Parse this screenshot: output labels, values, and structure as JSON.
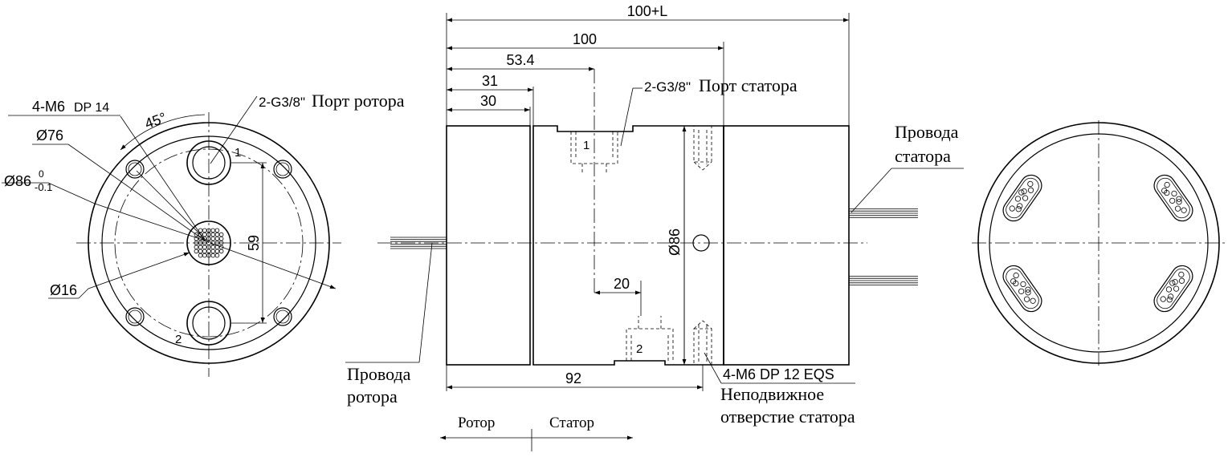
{
  "front_view": {
    "hole_callout": "4-M6",
    "hole_callout_depth": "DP  14",
    "angle": "45°",
    "dia_bolt_circle": "Ø76",
    "dia_outer": "Ø86",
    "dia_outer_tol_upper": "0",
    "dia_outer_tol_lower": "-0.1",
    "dia_shaft": "Ø16",
    "port_callout_code": "2-G3/8\"",
    "port_callout_text": "Порт ротора",
    "port_spacing": "59",
    "port_1": "1",
    "port_2": "2"
  },
  "side_view": {
    "dim_total": "100+L",
    "dim_100": "100",
    "dim_53_4": "53.4",
    "dim_31": "31",
    "dim_30": "30",
    "dim_20": "20",
    "dim_92": "92",
    "dia_86": "Ø86",
    "port_callout_code": "2-G3/8\"",
    "port_callout_text": "Порт статора",
    "port_1": "1",
    "port_2": "2",
    "stator_hole_callout": "4-M6 DP 12 EQS",
    "stator_hole_text_line1": "Неподвижное",
    "stator_hole_text_line2": "отверстие статора",
    "rotor_wires_line1": "Провода",
    "rotor_wires_line2": "ротора",
    "stator_wires_line1": "Провода",
    "stator_wires_line2": "статора",
    "rotor_label": "Ротор",
    "stator_label": "Статор"
  }
}
